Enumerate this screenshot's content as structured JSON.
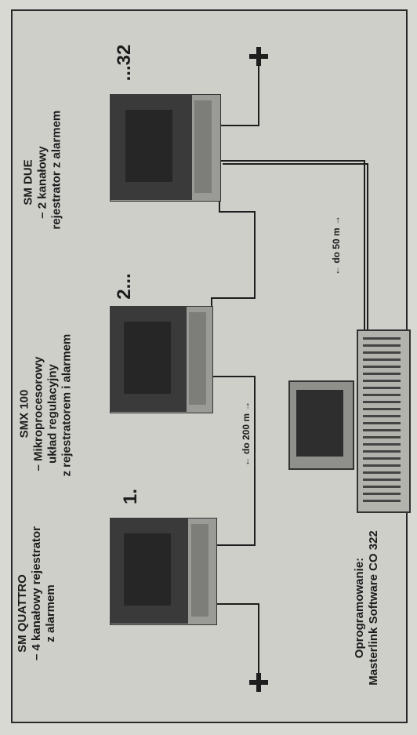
{
  "devices": [
    {
      "name": "SM QUATTRO",
      "desc_lines": [
        "– 4 kanałowy rejestrator",
        "z alarmem"
      ],
      "number": "1."
    },
    {
      "name": "SMX 100",
      "desc_lines": [
        "– Mikroprocesorowy",
        "układ regulacyjny",
        "z rejestratorem i alarmem"
      ],
      "number": "2..."
    },
    {
      "name": "SM DUE",
      "desc_lines": [
        "– 2 kanałowy",
        "rejestrator z alarmem"
      ],
      "number": "...32"
    }
  ],
  "distances": {
    "between_devices": "← do 200 m →",
    "to_computer": "← do 50 m →"
  },
  "software": {
    "line1": "Oprogramowanie:",
    "line2": "Masterlink Software CO 322"
  },
  "colors": {
    "background": "#cfcfca",
    "ink": "#1c1c1c",
    "device_dark": "#3a3a3a",
    "device_light": "#9a9a96"
  }
}
